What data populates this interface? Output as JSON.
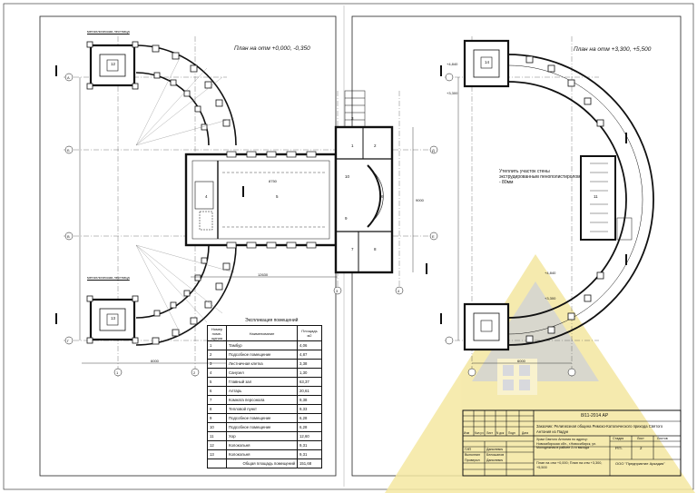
{
  "plans": {
    "left_title": "План на отм +0,000, -0,350",
    "right_title": "План на отм +3,300, +5,500"
  },
  "stair_labels": {
    "upper": "металлическая лестница",
    "lower": "металлическая лестница"
  },
  "note": "Утеплить участок стены экструдированным пенополистиролом - 80мм",
  "rooms": [
    "1",
    "2",
    "3",
    "4",
    "5",
    "6",
    "7",
    "8",
    "9",
    "10",
    "11",
    "12",
    "13",
    "14"
  ],
  "levels": [
    "+4,840",
    "+3,300",
    "+4,840",
    "+3,300"
  ],
  "dimensions": {
    "left_overall": "12630",
    "bottom_left": "6000",
    "bottom_right": "6000",
    "right_vertical": "9000",
    "inner_span": "8750"
  },
  "axes": [
    "А",
    "Б",
    "В",
    "Г",
    "Д",
    "Е",
    "1",
    "2",
    "3",
    "4"
  ],
  "explication": {
    "title": "Экспликация помещений",
    "headers": [
      "Номер поме-щения",
      "Наименование",
      "Площадь м2"
    ],
    "rows": [
      [
        "1",
        "Тамбур",
        "4,06"
      ],
      [
        "2",
        "Подсобное помещение",
        "4,87"
      ],
      [
        "3",
        "Лестничная клетка",
        "3,38"
      ],
      [
        "4",
        "Санузел",
        "1,30"
      ],
      [
        "5",
        "Главный зал",
        "63,37"
      ],
      [
        "6",
        "Алтарь",
        "20,61"
      ],
      [
        "7",
        "Комната персонала",
        "9,38"
      ],
      [
        "8",
        "Тепловой пункт",
        "9,33"
      ],
      [
        "9",
        "Подсобное помещение",
        "6,28"
      ],
      [
        "10",
        "Подсобное помещение",
        "6,28"
      ],
      [
        "11",
        "Хор",
        "12,60"
      ],
      [
        "12",
        "Колокольня",
        "9,31"
      ],
      [
        "13",
        "Колокольня",
        "9,31"
      ]
    ],
    "total_label": "Общая площадь помещений",
    "total_value": "151,68"
  },
  "title_block": {
    "code": "8/11-2014   АР",
    "customer": "Заказчик: Религиозная община Римско-Католического прихода Святого Антония из Падуи",
    "object": "Храм Святого Антония по адресу: Новосибирская обл., г.Новосибирск, ул. Молодежная в районе 2-го выхода",
    "sheet_title": "План на отм +0,000; План на отм +3,300, +5,500",
    "stage_header": "Стадия",
    "sheet_header": "Лист",
    "sheets_header": "Листов",
    "stage": "Р.П.",
    "sheet_no": "2",
    "org": "ООО \"Предприятие Аркадия\"",
    "head_labels": [
      "Изм",
      "Кол.уч",
      "Лист",
      "N док",
      "Подп",
      "Дата"
    ],
    "roles": [
      "ГИП",
      "Выполнил",
      "Проверил"
    ],
    "names": [
      "Данилевич",
      "Белошапов",
      "Данилевич"
    ]
  },
  "colors": {
    "ink": "#111111",
    "watermark": "#f4e7a1",
    "watermark_blue": "#b7bfe4"
  }
}
